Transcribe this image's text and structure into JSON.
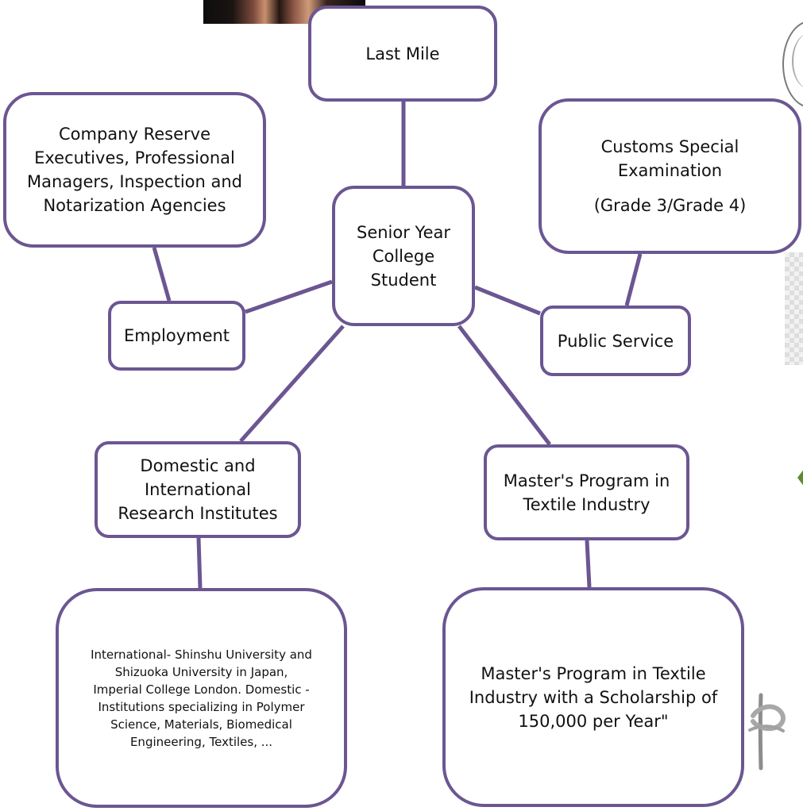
{
  "diagram": {
    "nodes": {
      "senior": {
        "lines": [
          "Senior Year",
          "College",
          "Student"
        ]
      },
      "last_mile": {
        "text": "Last Mile"
      },
      "company": {
        "lines": [
          "Company Reserve",
          "Executives, Professional",
          "Managers, Inspection and",
          "Notarization Agencies"
        ]
      },
      "customs": {
        "lines": [
          "Customs Special",
          "Examination",
          "(Grade 3/Grade 4)"
        ]
      },
      "employment": {
        "text": "Employment"
      },
      "public_service": {
        "text": "Public Service"
      },
      "research": {
        "lines": [
          "Domestic and",
          "International",
          "Research Institutes"
        ]
      },
      "masters": {
        "lines": [
          "Master's Program in",
          "Textile Industry"
        ]
      },
      "institutions": {
        "lines": [
          "International- Shinshu University and",
          "Shizuoka University in Japan,",
          "Imperial College London. Domestic -",
          "Institutions specializing in Polymer",
          "Science, Materials, Biomedical",
          "Engineering, Textiles, ..."
        ]
      },
      "scholarship": {
        "lines": [
          "Master's Program in Textile",
          "Industry with a Scholarship of",
          "150,000 per Year\""
        ]
      }
    },
    "colors": {
      "border": "#6b5692",
      "connector": "#6b5692",
      "text": "#111111",
      "background": "#ffffff"
    }
  }
}
